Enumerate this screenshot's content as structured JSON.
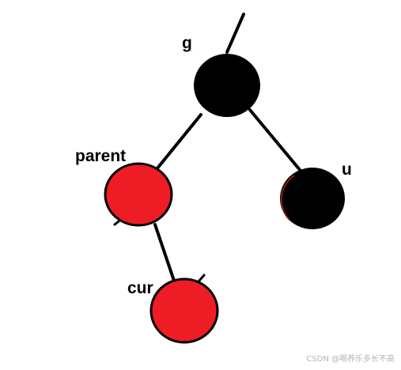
{
  "diagram": {
    "nodes": [
      {
        "id": "g",
        "label": "g",
        "color": "black"
      },
      {
        "id": "parent",
        "label": "parent",
        "color": "red"
      },
      {
        "id": "u",
        "label": "u",
        "color": "black"
      },
      {
        "id": "cur",
        "label": "cur",
        "color": "red"
      }
    ],
    "edges": [
      {
        "from": "root",
        "to": "g"
      },
      {
        "from": "g",
        "to": "parent"
      },
      {
        "from": "g",
        "to": "u"
      },
      {
        "from": "parent",
        "to": "cur"
      }
    ]
  },
  "colors": {
    "red": "#ee1c25",
    "black": "#000000",
    "line": "#000000"
  },
  "watermark": "CSDN @喝养乐多长不高"
}
